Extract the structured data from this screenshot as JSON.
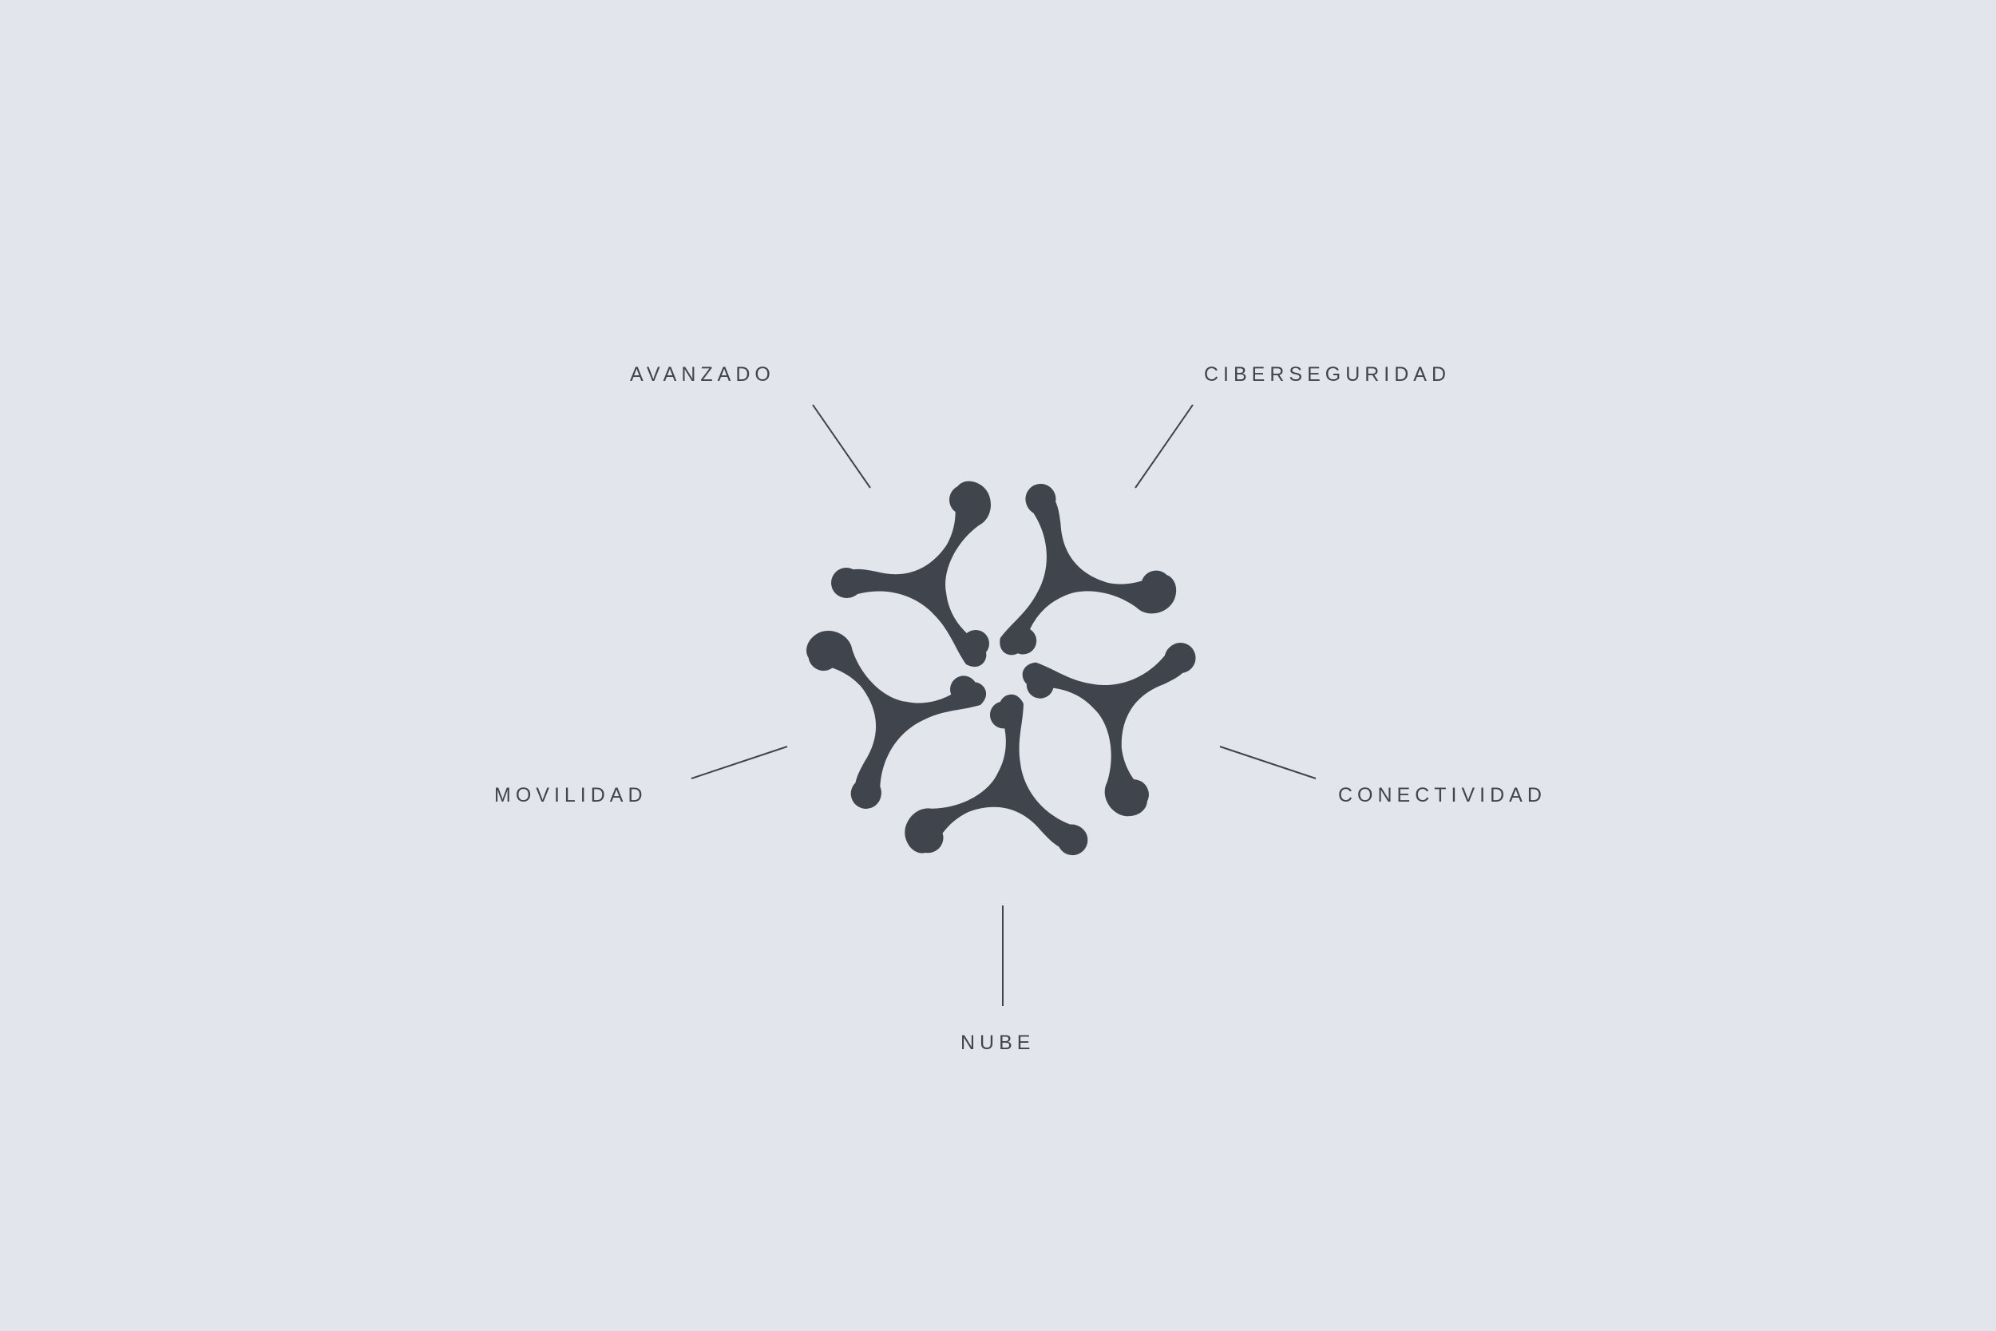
{
  "colors": {
    "background": "#E2E5EC",
    "mark": "#3F444D",
    "line": "#3F444D",
    "text": "#3F444D"
  },
  "labels": {
    "avanzado": "AVANZADO",
    "ciberseguridad": "CIBERSEGURIDAD",
    "movilidad": "MOVILIDAD",
    "conectividad": "CONECTIVIDAD",
    "nube": "NUBE"
  }
}
